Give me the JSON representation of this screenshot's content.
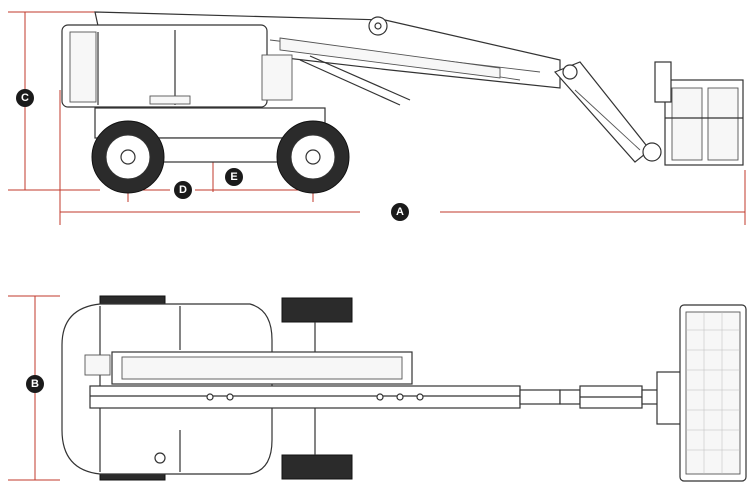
{
  "labels": {
    "A": "A",
    "B": "B",
    "C": "C",
    "D": "D",
    "E": "E"
  },
  "colors": {
    "dimension_line": "#c0392b",
    "badge": "#1a1a1a",
    "outline": "#333333"
  }
}
